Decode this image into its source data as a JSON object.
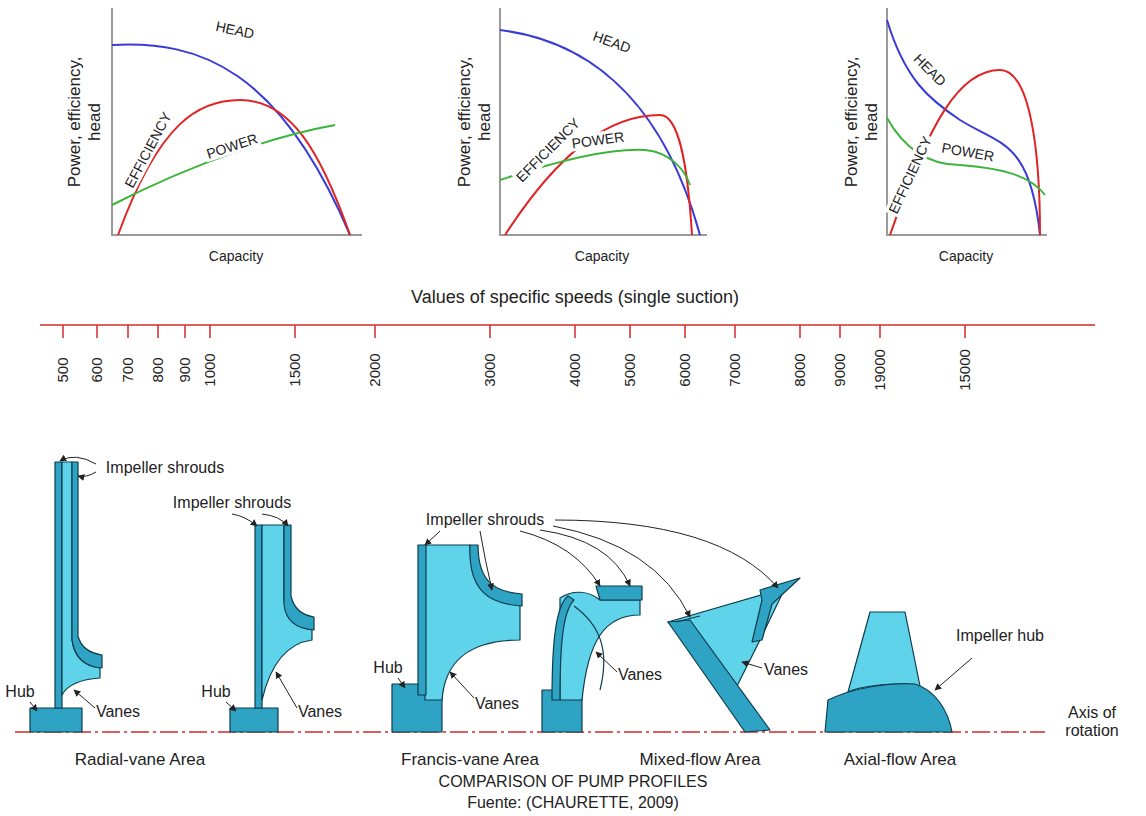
{
  "diagram": {
    "title": "COMPARISON OF PUMP PROFILES",
    "caption": "Fuente: (CHAURETTE, 2009)",
    "labels": [
      "Power, efficiency, head",
      "Capacity",
      "HEAD",
      "EFFICIENCY",
      "POWER",
      "Power, efficiency, head",
      "Capacity",
      "HEAD",
      "EFFICIENCY",
      "POWER",
      "Power, efficiency, head",
      "Capacity",
      "HEAD",
      "EFFICIENCY",
      "POWER",
      "Values of specific speeds (single suction)",
      "500",
      "600",
      "700",
      "800",
      "900",
      "1000",
      "1500",
      "2000",
      "3000",
      "4000",
      "5000",
      "6000",
      "7000",
      "8000",
      "9000",
      "19000",
      "15000",
      "Impeller shrouds",
      "Hub",
      "Vanes",
      "Impeller shrouds",
      "Hub",
      "Vanes",
      "Impeller shrouds",
      "Hub",
      "Vanes",
      "Vanes",
      "Vanes",
      "Impeller hub",
      "Axis of rotation",
      "Radial-vane Area",
      "Francis-vane Area",
      "Mixed-flow Area",
      "Axial-flow Area"
    ]
  }
}
